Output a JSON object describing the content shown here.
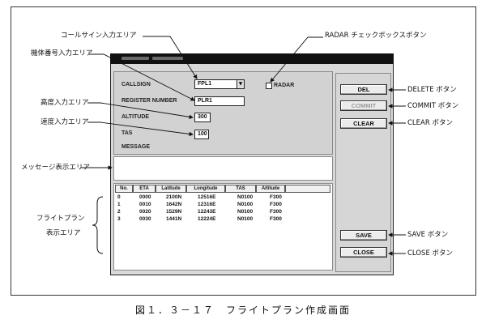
{
  "caption": "図１．３－１７　フライトプラン作成画面",
  "dialog": {
    "labels": {
      "callsign": "CALLSIGN",
      "register_number": "REGISTER NUMBER",
      "altitude": "ALTITUDE",
      "tas": "TAS",
      "message": "MESSAGE"
    },
    "inputs": {
      "callsign": "FPL1",
      "register_number": "PLR1",
      "altitude": "300",
      "tas": "100"
    },
    "radar": {
      "label": "RADAR",
      "checked": false
    },
    "buttons": {
      "del": "DEL",
      "commit": "COMMIT",
      "clear": "CLEAR",
      "save": "SAVE",
      "close": "CLOSE"
    },
    "commit_enabled": false,
    "flight_plan": {
      "columns": [
        "No.",
        "ETA",
        "Latitude",
        "Longitude",
        "TAS",
        "Altitude"
      ],
      "rows": [
        [
          "0",
          "0000",
          "2100N",
          "12516E",
          "N0100",
          "F300"
        ],
        [
          "1",
          "0010",
          "1642N",
          "12316E",
          "N0100",
          "F300"
        ],
        [
          "2",
          "0020",
          "1529N",
          "12243E",
          "N0100",
          "F300"
        ],
        [
          "3",
          "0030",
          "1441N",
          "12224E",
          "N0100",
          "F300"
        ]
      ]
    }
  },
  "annotations": {
    "callsign_area": "コールサイン入力エリア",
    "radar_checkbox": "RADAR チェックボックスボタン",
    "register_area": "機体番号入力エリア",
    "altitude_area": "高度入力エリア",
    "tas_area": "速度入力エリア",
    "message_area": "メッセージ表示エリア",
    "flight_plan_area_line1": "フライトプラン",
    "flight_plan_area_line2": "表示エリア",
    "delete_button": "DELETE ボタン",
    "commit_button": "COMMIT ボタン",
    "clear_button": "CLEAR ボタン",
    "save_button": "SAVE ボタン",
    "close_button": "CLOSE ボタン"
  },
  "colors": {
    "title_bar": "#111111",
    "dialog_bg": "#d9d9d9",
    "disabled_text": "#9a9a9a"
  }
}
